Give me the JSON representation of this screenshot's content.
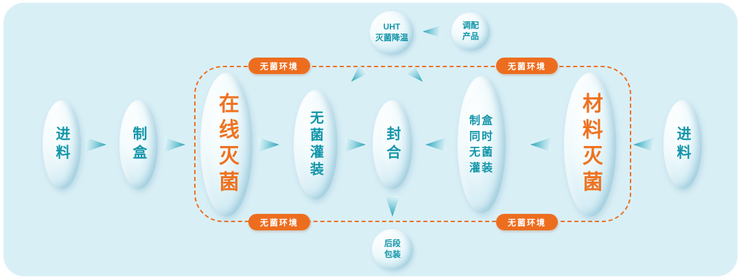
{
  "colors": {
    "background": "#d9eff6",
    "teal": "#1295a9",
    "orange": "#ee7220",
    "node_fill": "#cfeaf3",
    "badge_background": "#ed6d1f"
  },
  "top_flow": {
    "uht": {
      "line1": "UHT",
      "line2": "灭菌降温"
    },
    "prepare_product": {
      "line1": "调配",
      "line2": "产品"
    }
  },
  "aseptic_badge": "无菌环境",
  "nodes": {
    "feed_left": "进料",
    "make_box": "制盒",
    "online_sterilization": "在线灭菌",
    "aseptic_filling": "无菌灌装",
    "sealing": "封合",
    "box_and_filling": {
      "line1": "制盒",
      "line2": "同时",
      "line3": "无菌",
      "line4": "灌装"
    },
    "material_sterilization": "材料灭菌",
    "feed_right": "进料"
  },
  "bottom_flow": {
    "post_packaging": {
      "line1": "后段",
      "line2": "包装"
    }
  }
}
